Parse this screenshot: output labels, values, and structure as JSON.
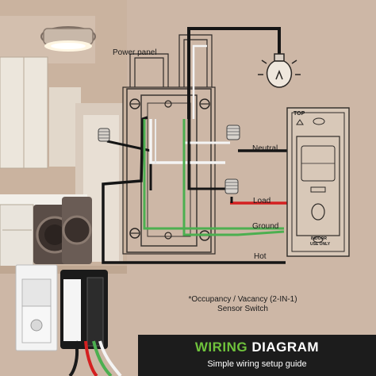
{
  "labels": {
    "power_panel": "Power panel",
    "neutral": "Neutral",
    "load": "Load",
    "ground": "Ground",
    "hot": "Hot",
    "top": "TOP",
    "indoor_line1": "INDOOR",
    "indoor_line2": "USE ONLY"
  },
  "note": {
    "line1": "*Occupancy / Vacancy (2-IN-1)",
    "line2": "Sensor Switch"
  },
  "banner": {
    "title_accent": "WIRING",
    "title_main": " DIAGRAM",
    "subtitle": "Simple wiring setup guide"
  },
  "colors": {
    "background": "#cdb7a6",
    "wire_black": "#151515",
    "wire_white": "#f4f4f4",
    "wire_red": "#d42020",
    "wire_green": "#4caf50",
    "banner_bg": "#1c1c1c",
    "banner_accent": "#6fc23c"
  }
}
